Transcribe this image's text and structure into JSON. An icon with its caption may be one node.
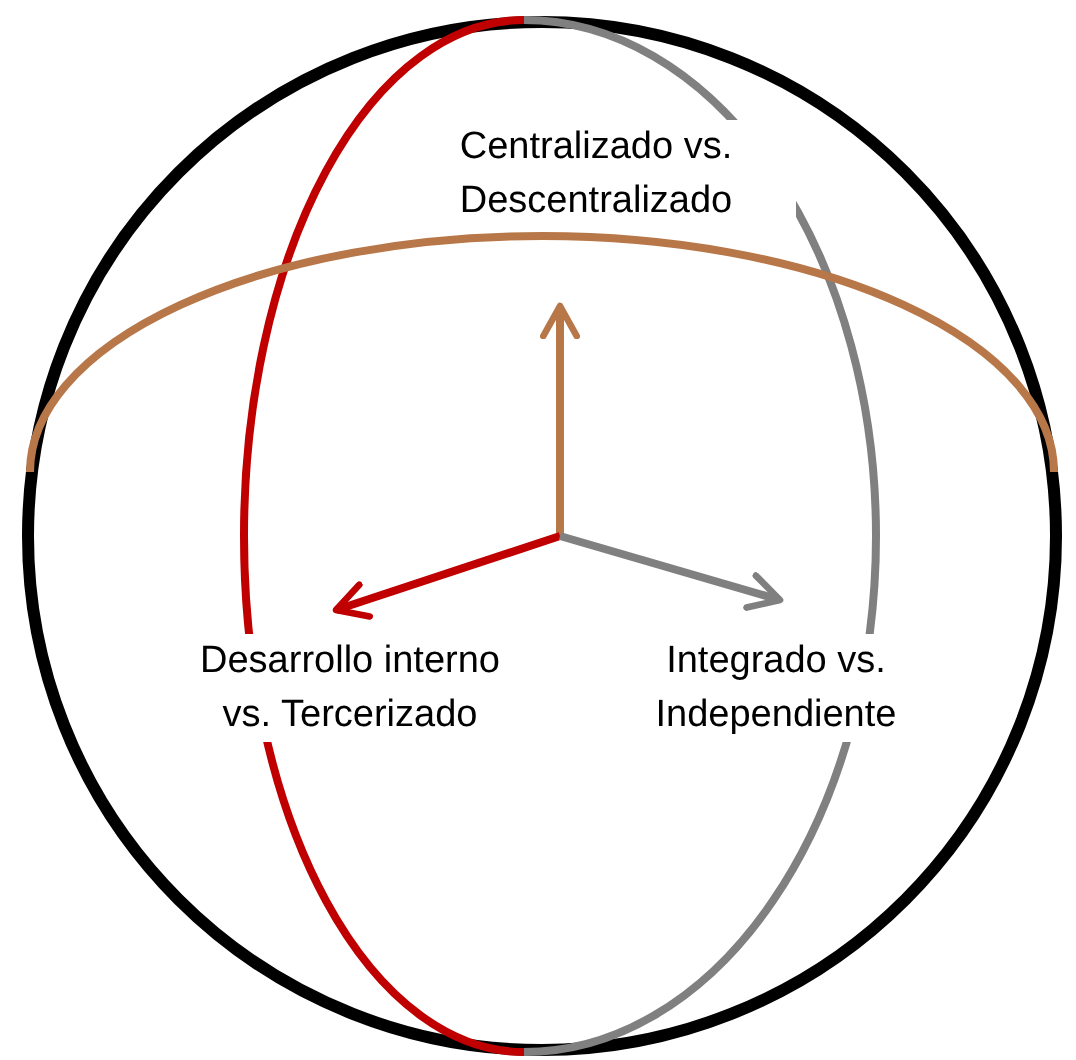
{
  "diagram": {
    "nodes": [
      {
        "text": [
          "Centralizado vs. Descentralizado"
        ]
      },
      {
        "text": [
          "Desarrollo interno vs. Tercerizado"
        ]
      },
      {
        "text": [
          "Integrado vs. Independiente"
        ]
      }
    ],
    "edges": [
      {
        "from": null,
        "to": 0,
        "arrow": "to",
        "color": "#b87748"
      },
      {
        "from": null,
        "to": 1,
        "arrow": "to",
        "color": "#c00000"
      },
      {
        "from": null,
        "to": 2,
        "arrow": "to",
        "color": "#808080"
      }
    ]
  }
}
